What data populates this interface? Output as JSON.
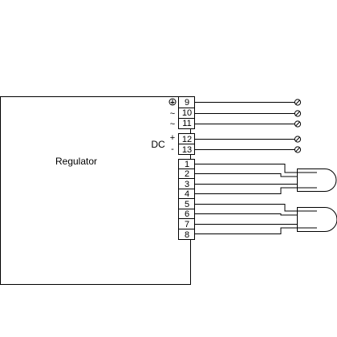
{
  "regulator": {
    "label": "Regulator"
  },
  "dc": {
    "label": "DC",
    "plus": "+",
    "minus": "-"
  },
  "symbols": {
    "ac1": "~",
    "ac2": "~"
  },
  "terminals_top": [
    "9",
    "10",
    "11",
    "12",
    "13"
  ],
  "terminals_bottom": [
    "1",
    "2",
    "3",
    "4",
    "5",
    "6",
    "7",
    "8"
  ],
  "icons": {
    "ground": "protective-earth-icon",
    "endpoint": "terminal-circle-icon",
    "lamp": "lamp-icon"
  }
}
